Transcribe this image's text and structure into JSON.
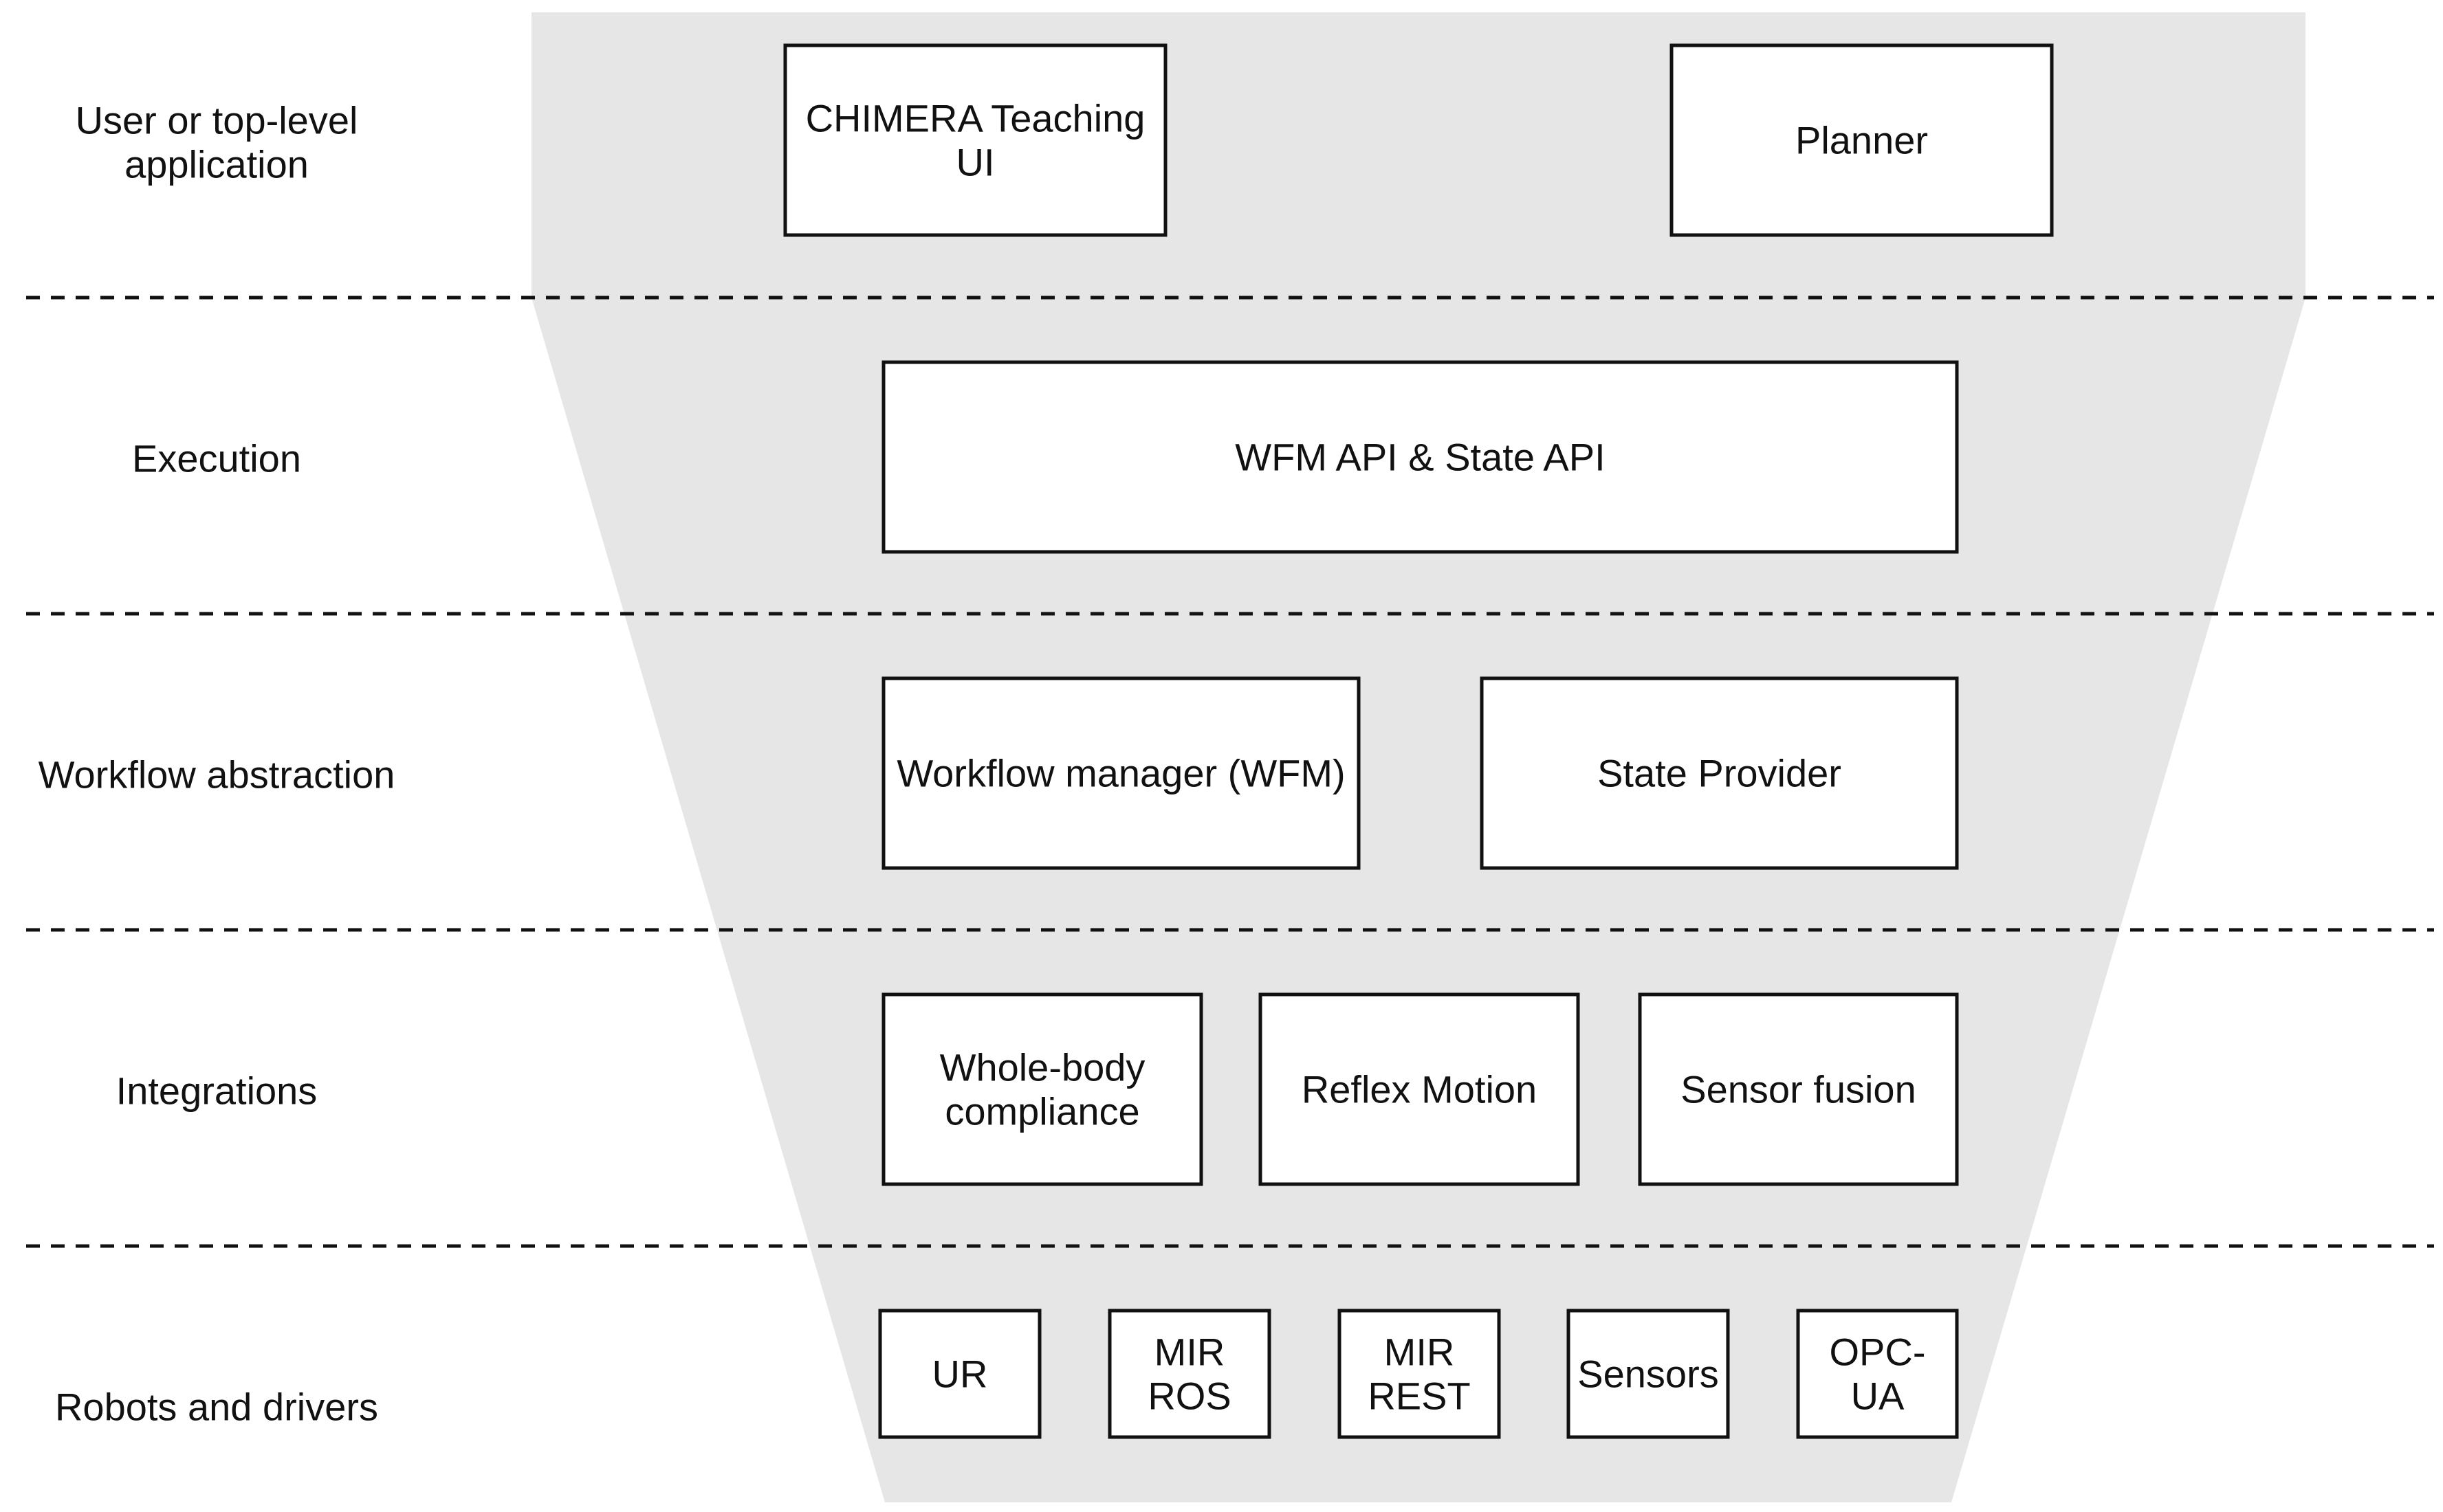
{
  "colors": {
    "funnel_fill": "#e6e6e6",
    "box_fill": "#ffffff",
    "stroke": "#111111",
    "text": "#111111"
  },
  "layers": [
    {
      "id": "top",
      "label": [
        "User or top-level",
        "application"
      ]
    },
    {
      "id": "execution",
      "label": [
        "Execution"
      ]
    },
    {
      "id": "workflow",
      "label": [
        "Workflow abstraction"
      ]
    },
    {
      "id": "integrations",
      "label": [
        "Integrations"
      ]
    },
    {
      "id": "robots",
      "label": [
        "Robots and drivers"
      ]
    }
  ],
  "boxes": [
    {
      "id": "chimera-teaching-ui",
      "layer": "top",
      "text": [
        "CHIMERA Teaching",
        "UI"
      ]
    },
    {
      "id": "planner",
      "layer": "top",
      "text": [
        "Planner"
      ]
    },
    {
      "id": "wfm-state-api",
      "layer": "execution",
      "text": [
        "WFM API & State API"
      ]
    },
    {
      "id": "workflow-manager",
      "layer": "workflow",
      "text": [
        "Workflow manager (WFM)"
      ]
    },
    {
      "id": "state-provider",
      "layer": "workflow",
      "text": [
        "State Provider"
      ]
    },
    {
      "id": "whole-body-compliance",
      "layer": "integrations",
      "text": [
        "Whole-body",
        "compliance"
      ]
    },
    {
      "id": "reflex-motion",
      "layer": "integrations",
      "text": [
        "Reflex Motion"
      ]
    },
    {
      "id": "sensor-fusion",
      "layer": "integrations",
      "text": [
        "Sensor fusion"
      ]
    },
    {
      "id": "ur",
      "layer": "robots",
      "text": [
        "UR"
      ]
    },
    {
      "id": "mir-ros",
      "layer": "robots",
      "text": [
        "MIR",
        "ROS"
      ]
    },
    {
      "id": "mir-rest",
      "layer": "robots",
      "text": [
        "MIR",
        "REST"
      ]
    },
    {
      "id": "sensors",
      "layer": "robots",
      "text": [
        "Sensors"
      ]
    },
    {
      "id": "opc-ua",
      "layer": "robots",
      "text": [
        "OPC-",
        "UA"
      ]
    }
  ]
}
